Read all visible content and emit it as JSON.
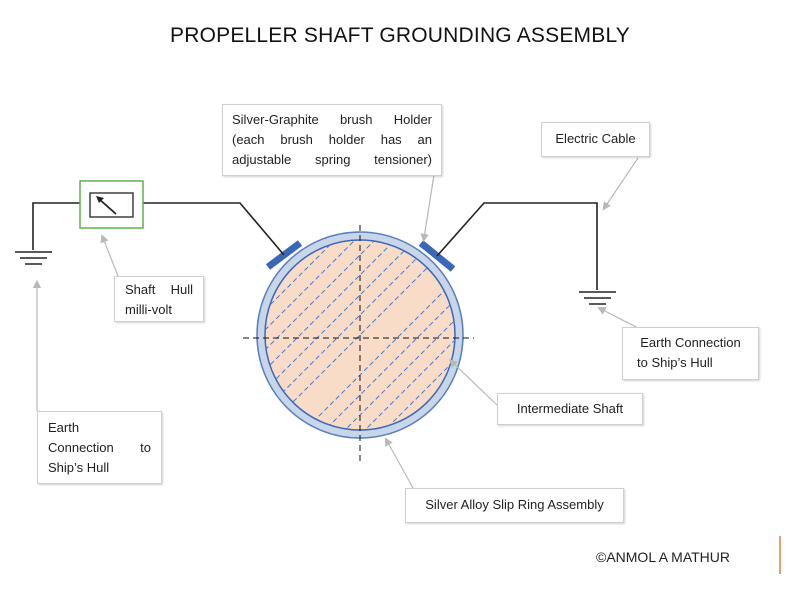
{
  "title": "PROPELLER SHAFT GROUNDING ASSEMBLY",
  "callouts": {
    "brush_holder": [
      "Silver-Graphite brush Holder",
      "(each brush holder has an",
      "adjustable spring tensioner)"
    ],
    "electric_cable": "Electric Cable",
    "meter": [
      "Shaft Hull",
      "milli-volt"
    ],
    "earth_right": [
      "Earth Connection",
      "to Ship’s Hull"
    ],
    "earth_left": [
      "Earth",
      "Connection to",
      "Ship’s Hull"
    ],
    "intermediate_shaft": "Intermediate Shaft",
    "slip_ring": "Silver Alloy Slip Ring Assembly"
  },
  "credit": "©ANMOL A MATHUR",
  "colors": {
    "shaft_fill": "#f9dcc8",
    "hatch": "#4a78c8",
    "ring_fill": "#c8d6ea",
    "ring_stroke": "#5a7fc0",
    "brush": "#3b67b8",
    "meter_border": "#5fb04f",
    "wire": "#222222",
    "leader": "#b8b8b8"
  }
}
